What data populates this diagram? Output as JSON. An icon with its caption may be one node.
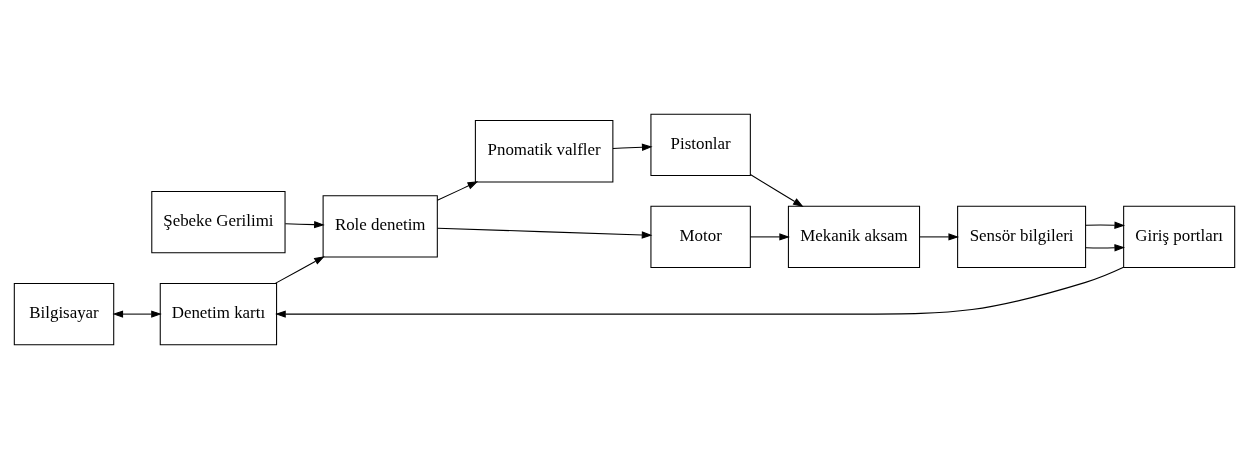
{
  "diagram": {
    "nodes": [
      {
        "text": [
          "Bilgisayar"
        ]
      },
      {
        "text": [
          "Denetim kartı"
        ]
      },
      {
        "text": [
          "Giriş portları"
        ]
      },
      {
        "text": [
          "Sensör bilgileri"
        ]
      },
      {
        "text": [
          "Role denetim"
        ]
      },
      {
        "text": [
          "Pnomatik valfler"
        ]
      },
      {
        "text": [
          "Pistonlar"
        ]
      },
      {
        "text": [
          "Mekanik aksam"
        ]
      },
      {
        "text": [
          "Motor"
        ]
      },
      {
        "text": [
          "Şebeke Gerilimi"
        ]
      }
    ],
    "edges": [
      {
        "from": 0,
        "to": 1,
        "arrow": "both"
      },
      {
        "from": 2,
        "to": 1,
        "arrow": "to"
      },
      {
        "from": 3,
        "to": 2,
        "arrow": "to"
      },
      {
        "from": 3,
        "to": 2,
        "arrow": "to"
      },
      {
        "from": 1,
        "to": 4,
        "arrow": "to"
      },
      {
        "from": 9,
        "to": 4,
        "arrow": "to"
      },
      {
        "from": 4,
        "to": 5,
        "arrow": "to"
      },
      {
        "from": 4,
        "to": 8,
        "arrow": "to"
      },
      {
        "from": 5,
        "to": 6,
        "arrow": "to"
      },
      {
        "from": 6,
        "to": 7,
        "arrow": "to"
      },
      {
        "from": 8,
        "to": 7,
        "arrow": "to"
      },
      {
        "from": 7,
        "to": 3,
        "arrow": "to"
      }
    ]
  }
}
